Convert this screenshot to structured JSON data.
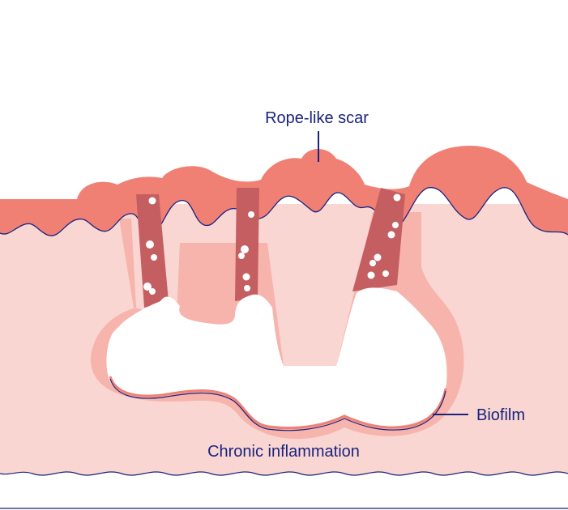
{
  "labels": {
    "scar": "Rope-like scar",
    "biofilm": "Biofilm",
    "inflammation": "Chronic inflammation"
  },
  "colors": {
    "skin_base": "#f9d6d2",
    "skin_border": "#f6b4ac",
    "scar_tissue": "#f08074",
    "tract": "#c45e60",
    "cavity": "#ffffff",
    "ink": "#1a237e"
  }
}
